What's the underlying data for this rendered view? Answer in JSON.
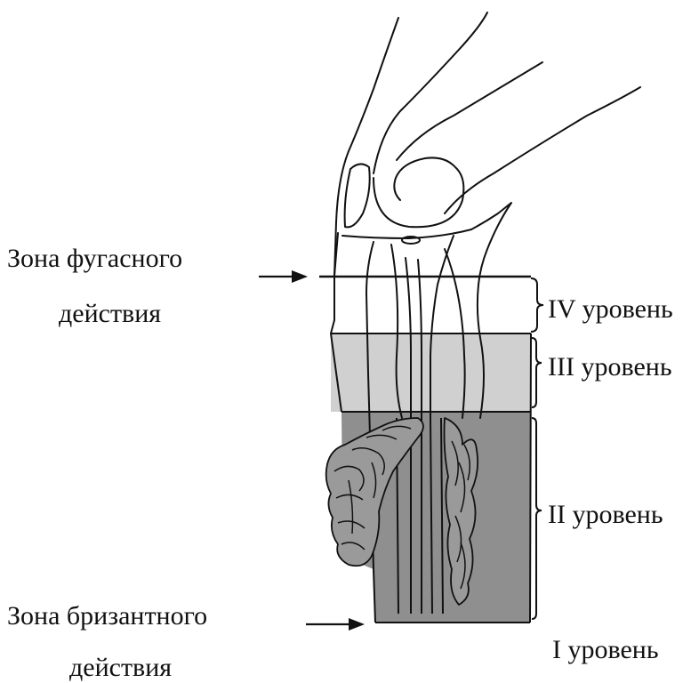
{
  "zones": {
    "blast": {
      "line1": "Зона фугасного",
      "line2": "действия"
    },
    "brisant": {
      "line1": "Зона бризантного",
      "line2": "действия"
    }
  },
  "levels": {
    "iv": "IV уровень",
    "iii": "III уровень",
    "ii": "II уровень",
    "i": "I уровень"
  },
  "colors": {
    "level_iii_fill": "#d0d0d0",
    "level_ii_fill": "#8f8f8f",
    "line": "#111111",
    "background": "#ffffff"
  }
}
